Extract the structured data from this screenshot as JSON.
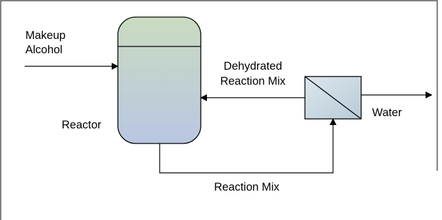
{
  "diagram": {
    "labels": {
      "makeup_line1": "Makeup",
      "makeup_line2": "Alcohol",
      "reactor": "Reactor",
      "dehydrated_line1": "Dehydrated",
      "dehydrated_line2": "Reaction Mix",
      "water": "Water",
      "reaction_mix": "Reaction Mix"
    },
    "colors": {
      "reactor_top": "#c9dcc0",
      "reactor_bottom": "#b9c6e2",
      "membrane_top": "#dde6ee",
      "membrane_bottom": "#b7ccd6",
      "line": "#000000"
    }
  }
}
